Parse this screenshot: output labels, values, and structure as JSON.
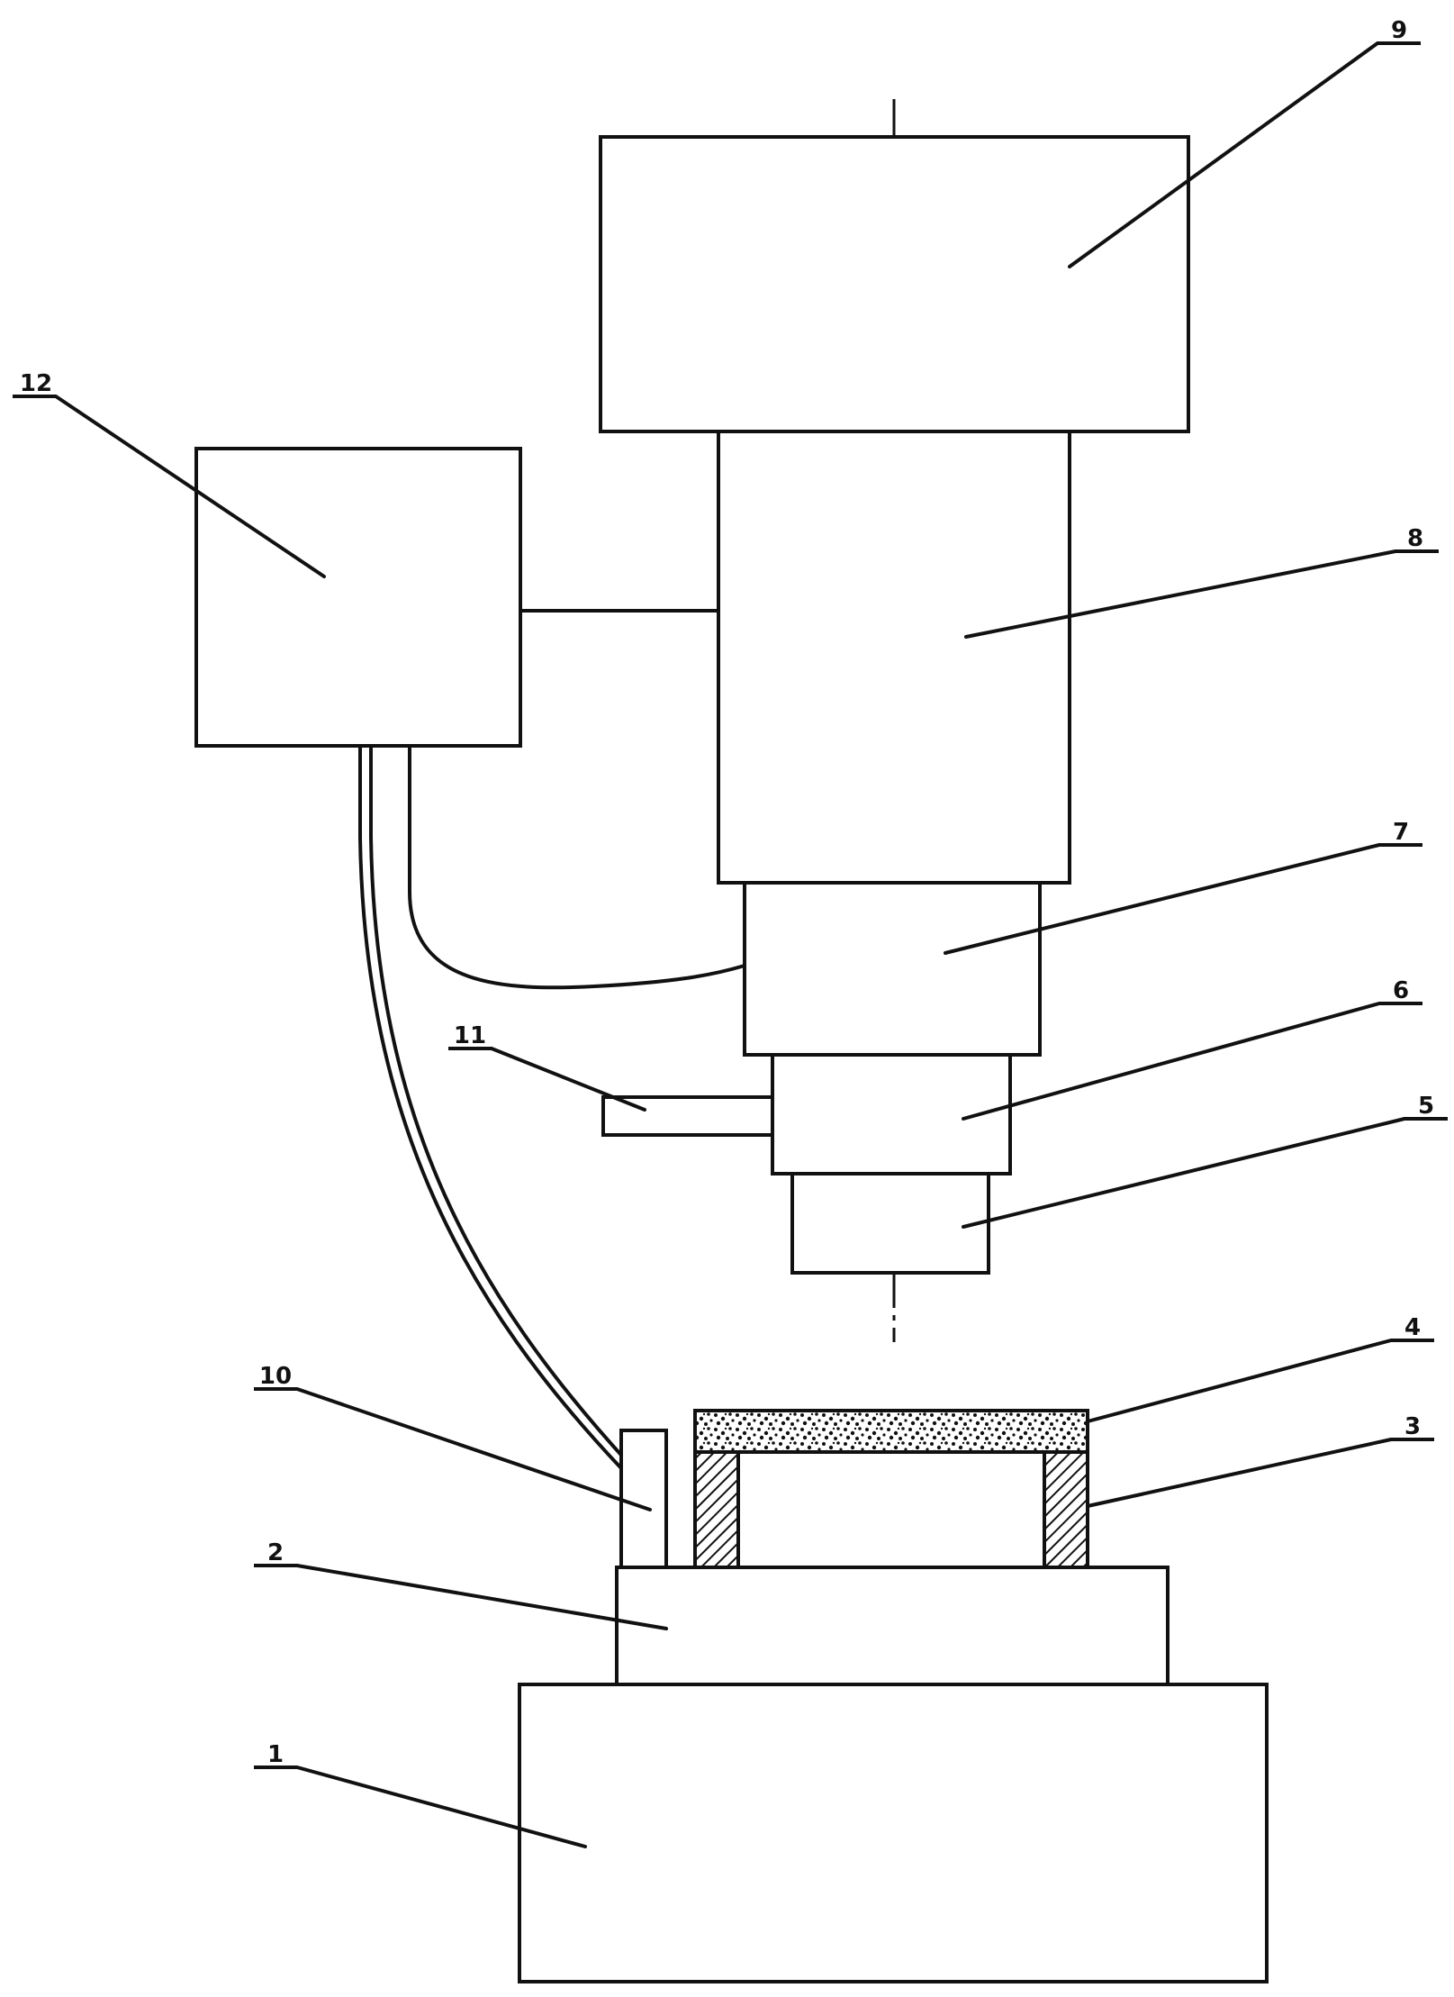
{
  "labels": {
    "base": "1",
    "platform": "2",
    "ring": "3",
    "layer": "4",
    "head5": "5",
    "head6": "6",
    "head7": "7",
    "column": "8",
    "top_block": "9",
    "sensor_post": "10",
    "nozzle": "11",
    "controller": "12"
  },
  "colors": {
    "line": "#111111",
    "background": "#ffffff"
  }
}
